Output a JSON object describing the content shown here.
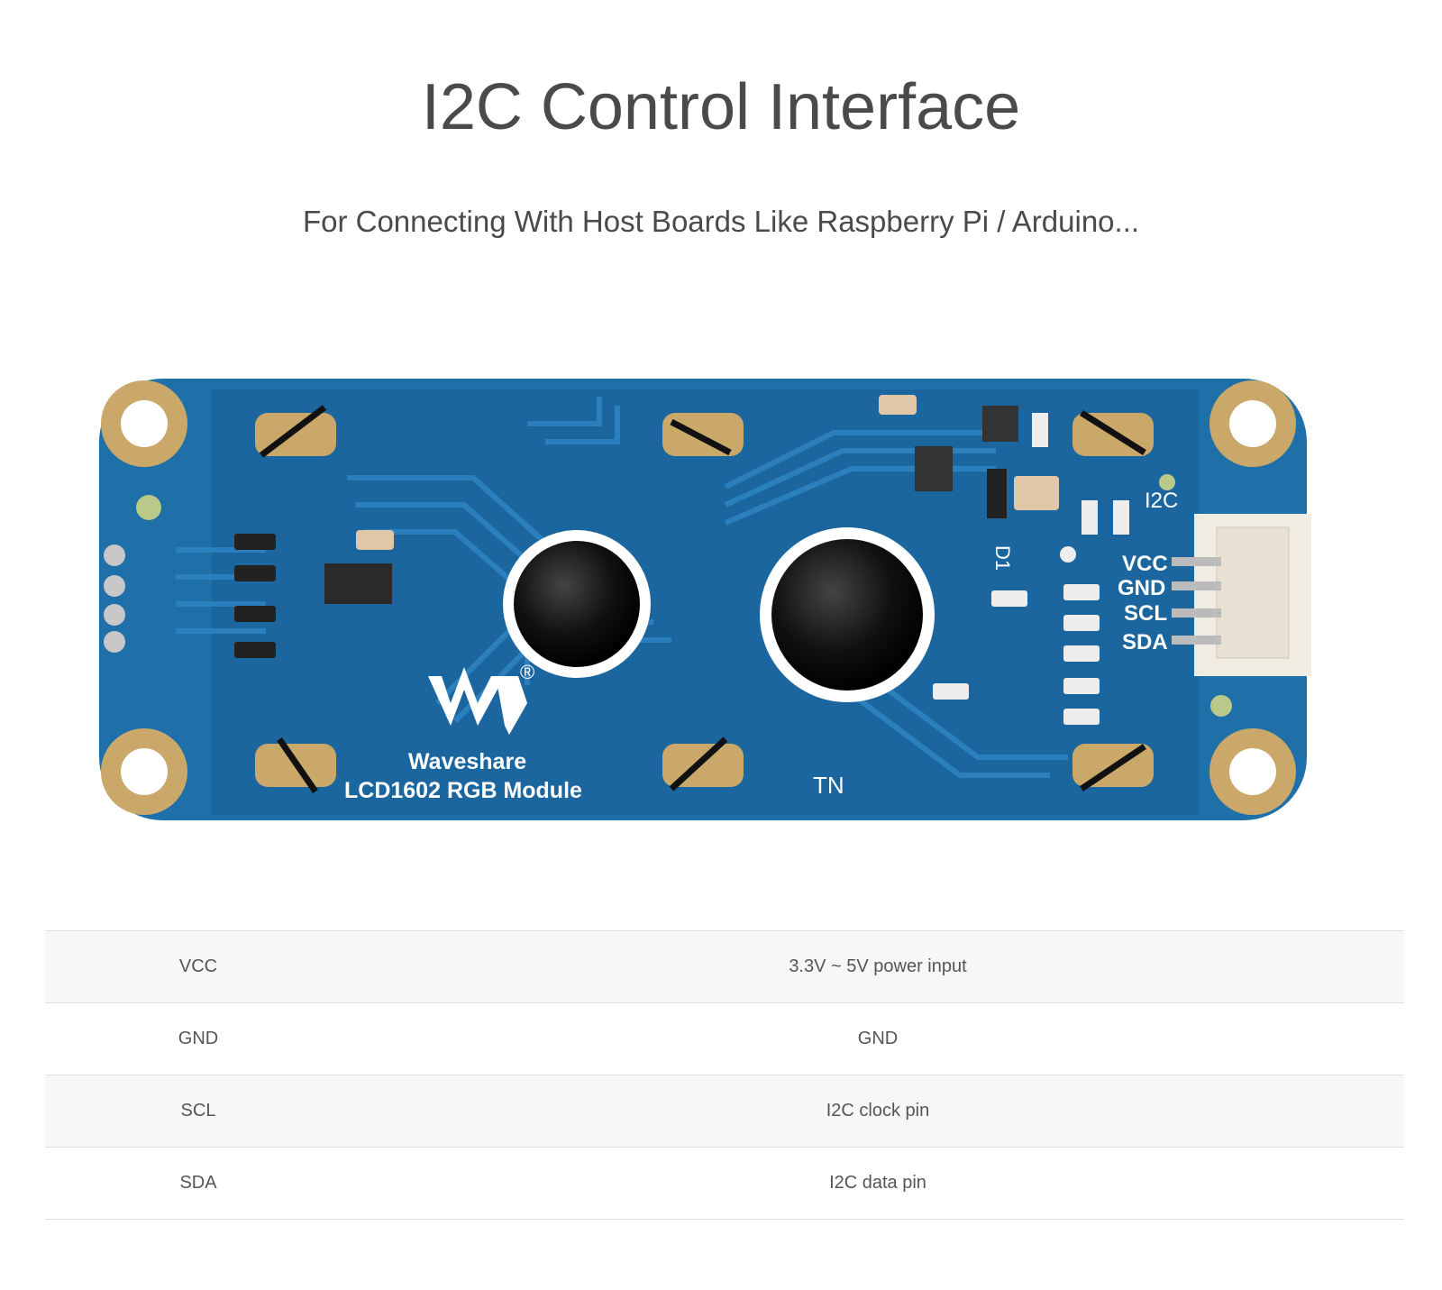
{
  "header": {
    "title": "I2C Control Interface",
    "subtitle": "For Connecting With Host Boards Like Raspberry Pi / Arduino..."
  },
  "board": {
    "brand": "Waveshare",
    "model": "LCD1602 RGB Module",
    "trademark": "®",
    "tn_label": "TN",
    "connector_label": "I2C",
    "pin_labels": [
      "VCC",
      "GND",
      "SCL",
      "SDA"
    ],
    "d1_label": "D1",
    "colors": {
      "pcb": "#1f6fa8",
      "pcb_dark": "#185f93",
      "pad": "#c9a86a",
      "trace": "#2c7fbb"
    }
  },
  "pins": [
    {
      "name": "VCC",
      "description": "3.3V ~ 5V power input"
    },
    {
      "name": "GND",
      "description": "GND"
    },
    {
      "name": "SCL",
      "description": "I2C clock pin"
    },
    {
      "name": "SDA",
      "description": "I2C data pin"
    }
  ]
}
